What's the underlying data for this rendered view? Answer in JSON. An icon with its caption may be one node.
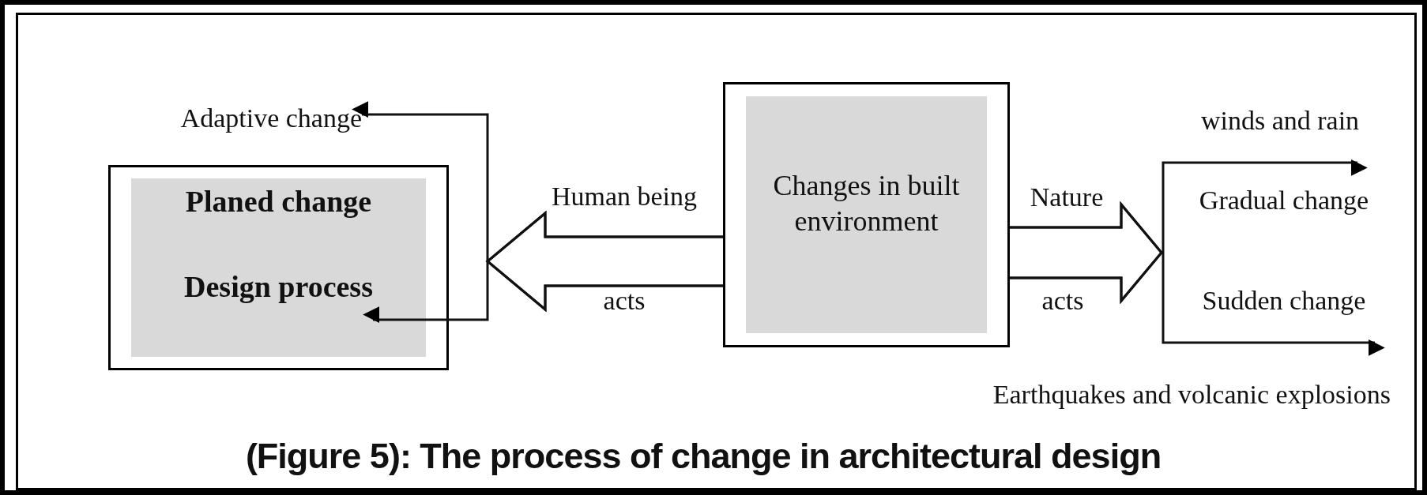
{
  "diagram": {
    "caption": "(Figure 5): The process of change in architectural design",
    "nodes": [
      {
        "text": [
          "Planed change",
          "Design process"
        ]
      },
      {
        "text": [
          "Adaptive change"
        ]
      },
      {
        "text": [
          "Changes in built environment"
        ]
      }
    ],
    "edges": [
      {
        "from": 2,
        "to": 1,
        "arrow": "to"
      },
      {
        "from": 2,
        "to": 0,
        "arrow": "to"
      },
      {
        "from": 2,
        "to": null,
        "arrow": "to"
      },
      {
        "from": 2,
        "to": null,
        "arrow": "to"
      }
    ],
    "labels": [
      "Human being",
      "acts",
      "Nature",
      "acts",
      "winds and rain",
      "Gradual change",
      "Sudden change",
      "Earthquakes and volcanic explosions"
    ]
  }
}
